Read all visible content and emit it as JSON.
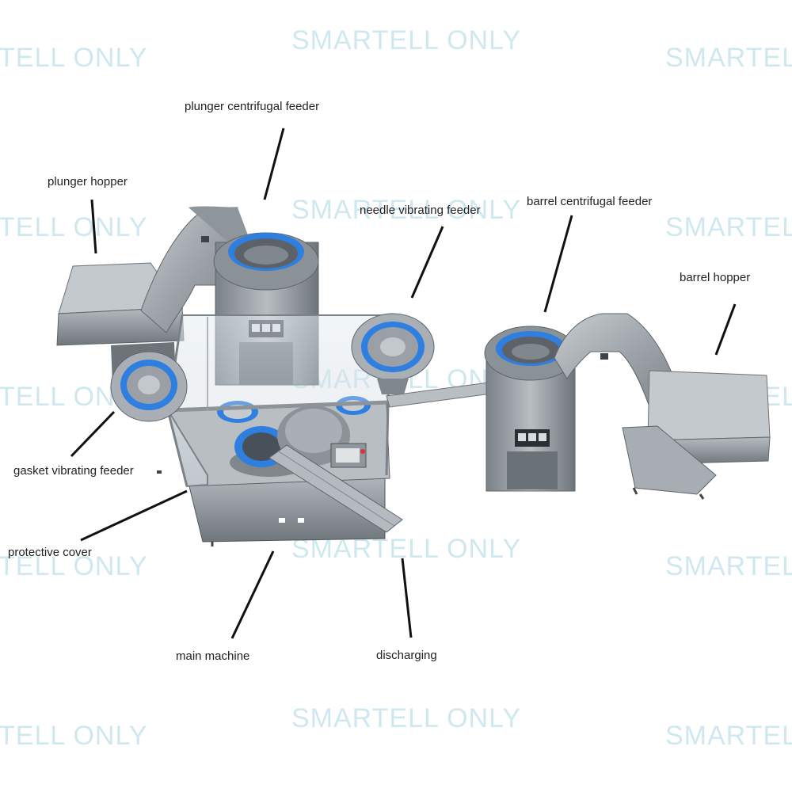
{
  "watermark": "SMARTELL ONLY",
  "watermark_partial": "TELL ONLY",
  "labels": {
    "plunger_centrifugal_feeder": "plunger centrifugal feeder",
    "plunger_hopper": "plunger hopper",
    "needle_vibrating_feeder": "needle vibrating feeder",
    "barrel_centrifugal_feeder": "barrel centrifugal feeder",
    "barrel_hopper": "barrel hopper",
    "gasket_vibrating_feeder": "gasket vibrating feeder",
    "protective_cover": "protective cover",
    "main_machine": "main machine",
    "discharging": "discharging"
  },
  "control_panel_buttons": [
    "",
    "",
    ""
  ],
  "colors": {
    "background": "#ffffff",
    "steel": "#9ea4aa",
    "steel_dark": "#6f767c",
    "accent_blue": "#2f7fe0",
    "watermark": "#cfe8f0",
    "leader_line": "#111111"
  }
}
